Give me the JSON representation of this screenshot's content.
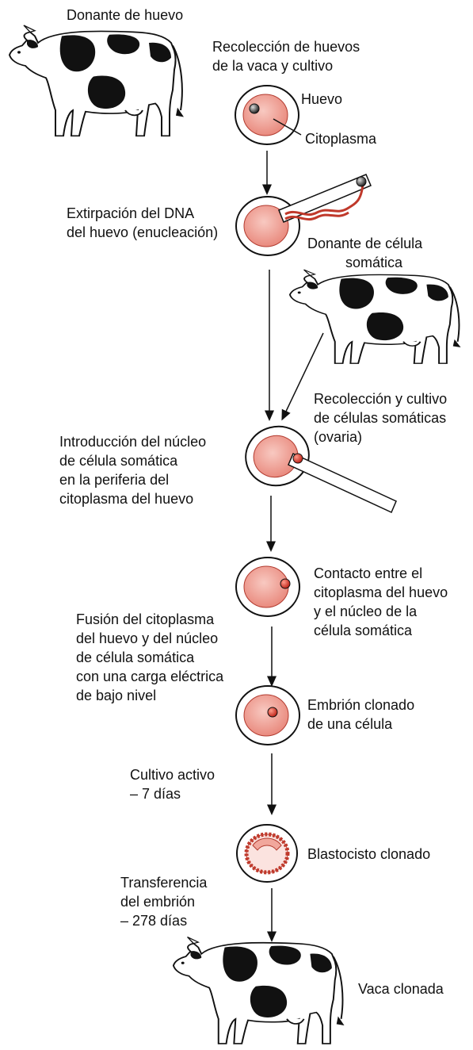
{
  "labels": {
    "egg_donor": "Donante de huevo",
    "egg_collection": [
      "Recolección de huevos",
      "de la vaca y cultivo"
    ],
    "egg": "Huevo",
    "cytoplasm": "Citoplasma",
    "enucleation": [
      "Extirpación del DNA",
      "del huevo (enucleación)"
    ],
    "somatic_donor": [
      "Donante de célula",
      "somática"
    ],
    "somatic_collection": [
      "Recolección y cultivo",
      "de células somáticas",
      "(ovaria)"
    ],
    "nucleus_insertion": [
      "Introducción del núcleo",
      "de célula somática",
      "en la periferia del",
      "citoplasma del huevo"
    ],
    "contact": [
      "Contacto entre el",
      "citoplasma del huevo",
      "y el núcleo de la",
      "célula somática"
    ],
    "fusion": [
      "Fusión del citoplasma",
      "del huevo y del núcleo",
      "de célula somática",
      "con una carga eléctrica",
      "de bajo nivel"
    ],
    "cloned_embryo": [
      "Embrión clonado",
      "de una célula"
    ],
    "active_culture": [
      "Cultivo activo",
      "– 7 días"
    ],
    "blastocyst": "Blastocisto clonado",
    "embryo_transfer": [
      "Transferencia",
      "del embrión",
      "– 278 días"
    ],
    "cloned_cow": "Vaca clonada"
  },
  "colors": {
    "ink": "#111111",
    "cytoplasm_fill": "#f1a79c",
    "cytoplasm_stroke": "#c0392b",
    "zona": "#ffffff",
    "cow_spots": "#111111",
    "nucleus": "#d93a3a"
  }
}
